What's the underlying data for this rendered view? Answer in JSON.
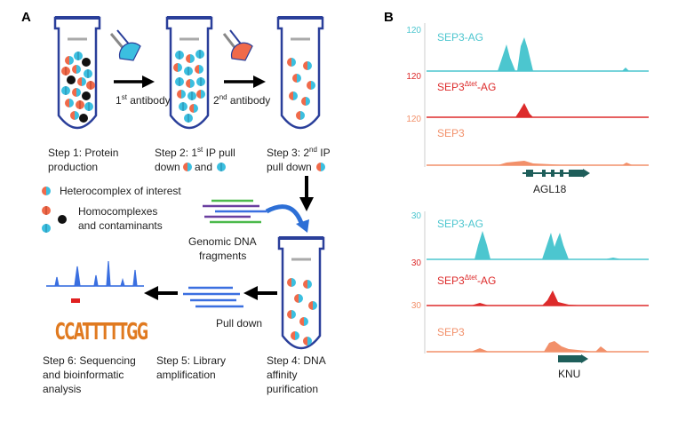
{
  "panel_a": {
    "label": "A",
    "first_antibody_sup": "st",
    "first_antibody_pre": "1",
    "first_antibody_post": " antibody",
    "second_antibody_pre": "2",
    "second_antibody_sup": "nd",
    "second_antibody_post": " antibody",
    "step1_line1": "Step 1: Protein",
    "step1_line2": "production",
    "step2_line1_pre": "Step 2: 1",
    "step2_line1_sup": "st",
    "step2_line1_post": " IP pull",
    "step2_line2_pre": "down",
    "step2_line2_mid": "and",
    "step3_line1_pre": "Step 3: 2",
    "step3_line1_sup": "nd",
    "step3_line1_post": " IP",
    "step3_line2": "pull down",
    "legend_hetero": "Heterocomplex of interest",
    "legend_homo_line1": "Homocomplexes",
    "legend_homo_line2": "and contaminants",
    "genomic_line1": "Genomic DNA",
    "genomic_line2": "fragments",
    "pull_down": "Pull down",
    "motif": "CCATTTTTGG",
    "step4_line1": "Step 4: DNA",
    "step4_line2": "affinity",
    "step4_line3": "purification",
    "step5_line1": "Step 5: Library",
    "step5_line2": "amplification",
    "step6_line1": "Step 6: Sequencing",
    "step6_line2": "and bioinformatic",
    "step6_line3": "analysis"
  },
  "panel_b": {
    "label": "B",
    "gene1": "AGL18",
    "gene2": "KNU",
    "tracks_top": [
      {
        "name": "SEP3-AG",
        "max": "120",
        "color": "#4cc6cf"
      },
      {
        "name_pre": "SEP3",
        "name_sup": "Δtet",
        "name_post": "-AG",
        "max": "120",
        "color": "#dd2b2b"
      },
      {
        "name": "SEP3",
        "max": "120",
        "color": "#f2906a"
      }
    ],
    "tracks_bottom": [
      {
        "name": "SEP3-AG",
        "max": "30",
        "color": "#4cc6cf"
      },
      {
        "name_pre": "SEP3",
        "name_sup": "Δtet",
        "name_post": "-AG",
        "max": "30",
        "color": "#dd2b2b"
      },
      {
        "name": "SEP3",
        "max": "30",
        "color": "#f2906a"
      }
    ]
  },
  "colors": {
    "tube": "#2a3f9a",
    "cyan": "#3bbfe0",
    "orange": "#f06a4a",
    "black": "#111111",
    "dna_green": "#4cb94c",
    "dna_purple": "#6a3fa0",
    "dna_blue": "#3a6fe0",
    "arrow_blue": "#2d6fd6"
  }
}
